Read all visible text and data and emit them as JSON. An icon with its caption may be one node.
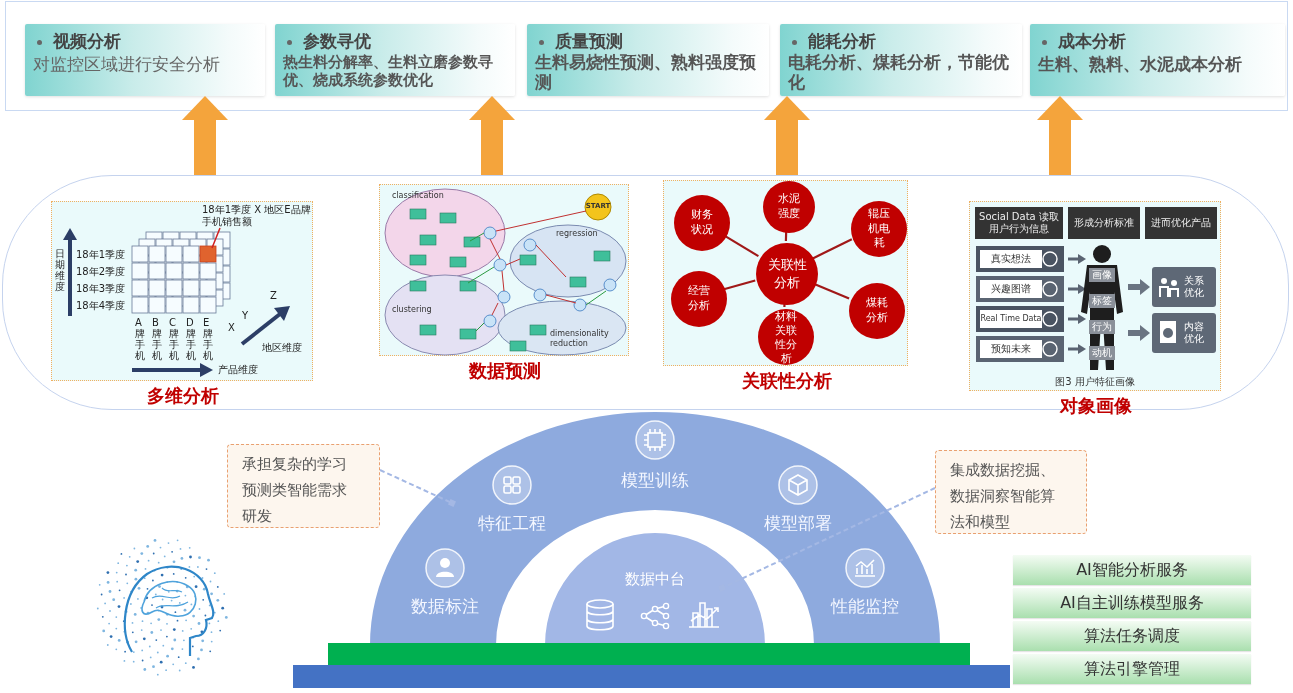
{
  "diagram": {
    "nodes": [
      {
        "text": [
          "视频分析",
          "对监控区域进行安全分析"
        ]
      },
      {
        "text": [
          "参数寻优",
          "热生料分解率、生料立磨参数寻优、烧成系统参数优化"
        ]
      },
      {
        "text": [
          "质量预测",
          "生料易烧性预测、熟料强度预测"
        ]
      },
      {
        "text": [
          "能耗分析",
          "电耗分析、煤耗分析，节能优化"
        ]
      },
      {
        "text": [
          "成本分析",
          "生料、熟料、水泥成本分析"
        ]
      },
      {
        "text": [],
        "shape": "box"
      },
      {
        "text": [],
        "shape": "picture",
        "in": 5,
        "beside": [
          "多维分析"
        ]
      },
      {
        "text": [],
        "shape": "picture",
        "in": 5,
        "beside": [
          "数据预测"
        ]
      },
      {
        "text": [],
        "shape": "picture",
        "in": 5,
        "beside": [
          "关联性分析"
        ]
      },
      {
        "text": [],
        "shape": "picture",
        "in": 5,
        "beside": [
          "对象画像"
        ]
      },
      {
        "text": [
          "关联性分析"
        ],
        "in": 8
      },
      {
        "text": [
          "财务状况"
        ],
        "in": 8
      },
      {
        "text": [
          "水泥强度"
        ],
        "in": 8
      },
      {
        "text": [
          "辊压机电耗"
        ],
        "in": 8
      },
      {
        "text": [
          "经营分析"
        ],
        "in": 8
      },
      {
        "text": [
          "煤耗分析"
        ],
        "in": 8
      },
      {
        "text": [
          "材料关联性分析"
        ],
        "in": 8
      },
      {
        "text": [
          "承担复杂的学习预测类智能需求研发"
        ]
      },
      {
        "text": [
          "数据标注",
          "特征工程",
          "模型训练",
          "模型部署",
          "性能监控"
        ]
      },
      {
        "text": [
          "数据中台"
        ],
        "in": 18
      },
      {
        "text": [
          "集成数据挖掘、数据洞察智能算法和模型"
        ]
      },
      {
        "text": [
          "AI智能分析服务"
        ]
      },
      {
        "text": [
          "AI自主训练模型服务"
        ]
      },
      {
        "text": [
          "算法任务调度"
        ]
      },
      {
        "text": [
          "算法引擎管理"
        ]
      },
      {
        "text": [],
        "shape": "bar"
      },
      {
        "text": [],
        "shape": "bar"
      }
    ],
    "edges": [
      {
        "from": 5,
        "to": 0,
        "arrow": "to",
        "style": "thick",
        "color": "#f4a43c"
      },
      {
        "from": 5,
        "to": 1,
        "arrow": "to",
        "style": "thick",
        "color": "#f4a43c"
      },
      {
        "from": 5,
        "to": 3,
        "arrow": "to",
        "style": "thick",
        "color": "#f4a43c"
      },
      {
        "from": 5,
        "to": 4,
        "arrow": "to",
        "style": "thick",
        "color": "#f4a43c"
      },
      {
        "from": 10,
        "to": 11,
        "arrow": "none"
      },
      {
        "from": 10,
        "to": 12,
        "arrow": "none"
      },
      {
        "from": 10,
        "to": 13,
        "arrow": "none"
      },
      {
        "from": 10,
        "to": 14,
        "arrow": "none"
      },
      {
        "from": 10,
        "to": 15,
        "arrow": "none"
      },
      {
        "from": 10,
        "to": 16,
        "arrow": "none"
      },
      {
        "from": 17,
        "to": 18,
        "arrow": "other",
        "style": "dashed",
        "color": "#a4b8e4"
      },
      {
        "from": 20,
        "to": 19,
        "arrow": "other",
        "style": "dashed",
        "color": "#a4b8e4"
      }
    ],
    "labels": [
      "18年1季度 X 地区E品牌手机销售额",
      "日期维度",
      "18年1季度",
      "18年2季度",
      "18年3季度",
      "18年4季度",
      "A牌手机",
      "B牌手机",
      "C牌手机",
      "D牌手机",
      "E牌手机",
      "产品维度",
      "X",
      "Y",
      "Z",
      "地区维度",
      "classification",
      "START",
      "regression",
      "clustering",
      "dimensionality reduction",
      "Social Data 读取用户行为信息",
      "形成分析标准",
      "进而优化产品",
      "真实想法",
      "兴趣图谱",
      "Real Time Data",
      "预知未来",
      "画像",
      "标签",
      "行为",
      "动机",
      "关系优化",
      "内容优化",
      "图3 用户特征画像"
    ]
  }
}
